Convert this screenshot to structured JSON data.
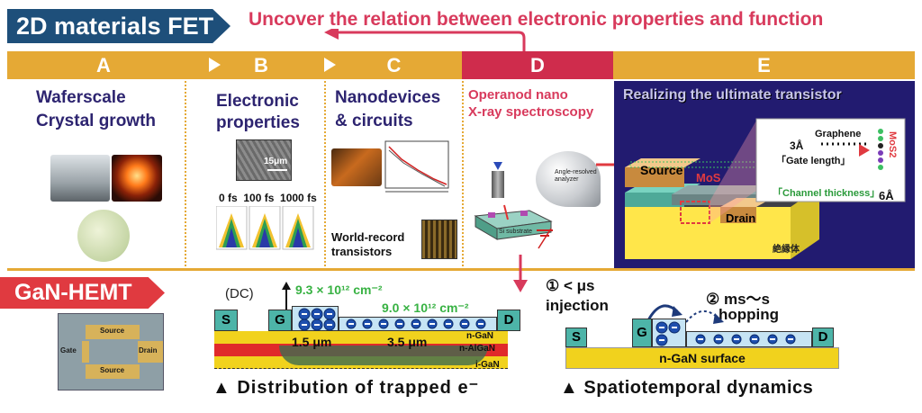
{
  "header": {
    "tag_2d": "2D materials FET",
    "relation_text": "Uncover the relation between electronic properties and function"
  },
  "columns": {
    "a": {
      "letter": "A",
      "title_line1": "Waferscale",
      "title_line2": "Crystal growth"
    },
    "b": {
      "letter": "B",
      "title_line1": "Electronic",
      "title_line2": "properties",
      "scale_bar": "15μm",
      "time_labels": "0 fs  100 fs  1000 fs"
    },
    "c": {
      "letter": "C",
      "title_line1": "Nanodevices",
      "title_line2": "& circuits",
      "world_record_line1": "World-record",
      "world_record_line2": "transistors"
    },
    "d": {
      "letter": "D",
      "title_line1": "Operanod nano",
      "title_line2": "X-ray spectroscopy",
      "analyzer_label": "Angle-resolved analyzer",
      "substrate_label": "Si substrate"
    },
    "e": {
      "letter": "E",
      "title": "Realizing the ultimate transistor",
      "source": "Source",
      "drain": "Drain",
      "mos": "MoS",
      "gate_len_value": "3Å",
      "graphene": "Graphene",
      "gate_length": "「Gate length」",
      "channel_thickness": "「Channel thickness」",
      "channel_value": "6Å",
      "mos2_vertical": "MoS2",
      "insulator": "絶縁体"
    }
  },
  "colors": {
    "accent_orange": "#e5a935",
    "header_blue": "#1e4f7a",
    "highlight_pink": "#d83a5c",
    "gan_red": "#e03a40",
    "col_e_navy": "#221b70"
  },
  "gan": {
    "tag": "GaN-HEMT",
    "dc_label": "(DC)",
    "density_1": "9.3 × 10¹² cm⁻²",
    "density_2": "9.0 × 10¹² cm⁻²",
    "s_label": "S",
    "g_label": "G",
    "d_label": "D",
    "length_1": "1.5 μm",
    "length_2": "3.5 μm",
    "layer_ngan": "n-GaN",
    "layer_nalgan": "n-AlGaN",
    "layer_igan": "i-GaN",
    "caption_1": "▲ Distribution of trapped e⁻",
    "device_source": "Source",
    "device_gate": "Gate",
    "device_drain": "Drain",
    "step_1": "① < μs",
    "step_1b": "injection",
    "step_2": "② ms～s",
    "step_2b": "hopping",
    "surface": "n-GaN surface",
    "caption_2": "▲ Spatiotemporal dynamics"
  }
}
